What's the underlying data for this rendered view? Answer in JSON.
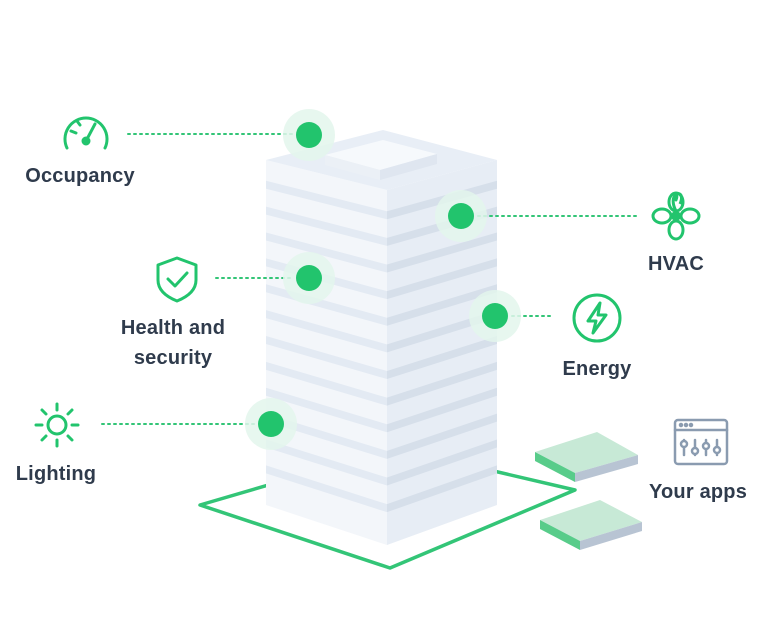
{
  "labels": {
    "occupancy": "Occupancy",
    "hvac": "HVAC",
    "health_line1": "Health and",
    "health_line2": "security",
    "energy": "Energy",
    "lighting": "Lighting",
    "your_apps": "Your apps"
  },
  "icons": {
    "occupancy": "speedometer-icon",
    "hvac": "fan-icon",
    "health": "shield-check-icon",
    "energy": "lightning-bolt-icon",
    "lighting": "sun-icon",
    "apps": "app-window-icon"
  },
  "colors": {
    "accent": "#22c46d",
    "accent_halo": "#e3f6ec",
    "text": "#2f3b4c",
    "building_face": "#eef3f9",
    "building_side": "#e2e9f3",
    "building_stripe": "#dbe4ef",
    "apps_icon": "#8a9bb0"
  }
}
